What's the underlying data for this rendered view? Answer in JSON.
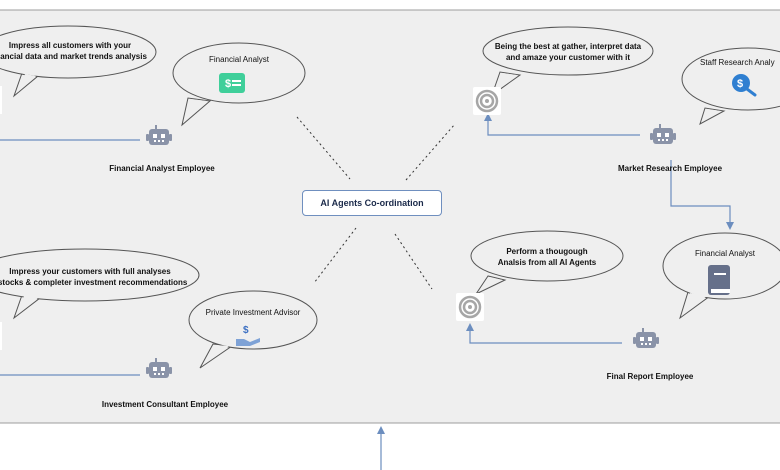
{
  "center": {
    "label": "AI Agents Co-ordination"
  },
  "agents": {
    "financial_analyst": {
      "name": "Financial Analyst Employee",
      "speech_line1": "Impress all customers with your",
      "speech_line2": "inancial data and market trends analysis",
      "role": "Financial Analyst"
    },
    "market_research": {
      "name": "Market Research Employee",
      "speech_line1": "Being the best at gather, interpret data",
      "speech_line2": "and amaze your customer with it",
      "role": "Staff Research Analy"
    },
    "investment_consultant": {
      "name": "Investment Consultant Employee",
      "speech_line1": "Impress your customers with full analyses",
      "speech_line2": "r stocks & completer investment recommendations",
      "role": "Private Investment Advisor"
    },
    "final_report": {
      "name": "Final Report Employee",
      "speech_line1": "Perform a thougough",
      "speech_line2": "Analsis from all AI Agents",
      "role": "Financial Analyst"
    }
  },
  "colors": {
    "panel_bg": "#efefef",
    "panel_border": "#9e9e9e",
    "connector": "#6c8ebf",
    "robot": "#8a93a8",
    "money_icon": "#3fcf9a",
    "search_icon": "#2f7fd1",
    "book_icon": "#66708a",
    "target_icon": "#a6a6a6"
  },
  "icons": [
    "robot-icon",
    "target-icon",
    "money-card-icon",
    "search-dollar-icon",
    "hand-dollar-icon",
    "book-icon"
  ]
}
